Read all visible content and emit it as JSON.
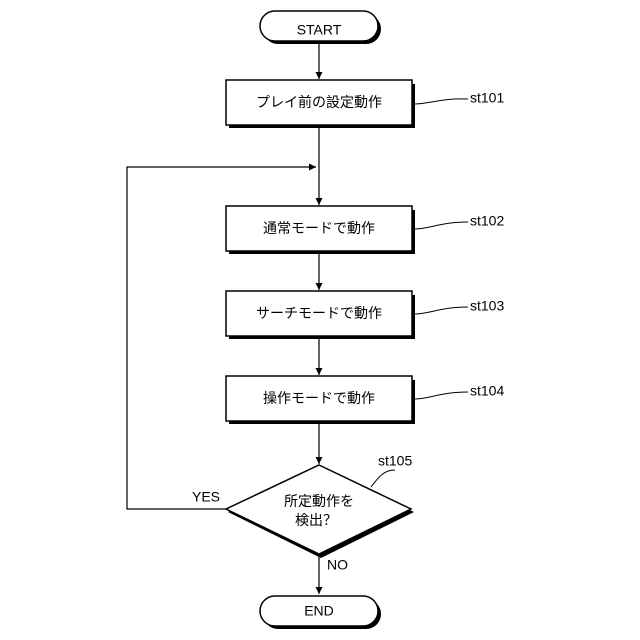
{
  "flowchart": {
    "start": "START",
    "end": "END",
    "steps": [
      {
        "id": "st101",
        "text": "プレイ前の設定動作"
      },
      {
        "id": "st102",
        "text": "通常モードで動作"
      },
      {
        "id": "st103",
        "text": "サーチモードで動作"
      },
      {
        "id": "st104",
        "text": "操作モードで動作"
      }
    ],
    "decision": {
      "id": "st105",
      "line1": "所定動作を",
      "line2": "検出？",
      "yes": "YES",
      "no": "NO"
    }
  }
}
